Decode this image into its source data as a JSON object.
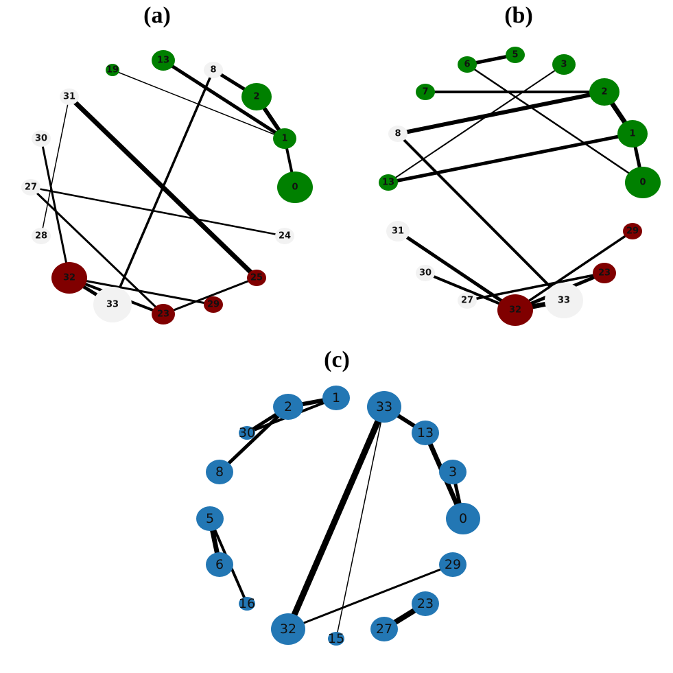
{
  "colors": {
    "green": "#008000",
    "red": "#800000",
    "white": "#f2f2f2",
    "blue": "#2377b4",
    "edge": "#000000"
  },
  "panels": [
    {
      "id": "a",
      "label": "(a)",
      "label_style": "small",
      "nodes": [
        {
          "id": "0",
          "color": "green",
          "size": "xl"
        },
        {
          "id": "1",
          "color": "green",
          "size": "md"
        },
        {
          "id": "2",
          "color": "green",
          "size": "lg"
        },
        {
          "id": "8",
          "color": "white",
          "size": "sm"
        },
        {
          "id": "13",
          "color": "green",
          "size": "md"
        },
        {
          "id": "19",
          "color": "green",
          "size": "xs"
        },
        {
          "id": "31",
          "color": "white",
          "size": "sm"
        },
        {
          "id": "30",
          "color": "white",
          "size": "sm"
        },
        {
          "id": "27",
          "color": "white",
          "size": "sm"
        },
        {
          "id": "28",
          "color": "white",
          "size": "sm"
        },
        {
          "id": "32",
          "color": "red",
          "size": "xl"
        },
        {
          "id": "33",
          "color": "white",
          "size": "xxl"
        },
        {
          "id": "23",
          "color": "red",
          "size": "md"
        },
        {
          "id": "29",
          "color": "red",
          "size": "sm"
        },
        {
          "id": "25",
          "color": "red",
          "size": "sm"
        },
        {
          "id": "24",
          "color": "white",
          "size": "sm"
        }
      ],
      "edges": [
        {
          "from": "13",
          "to": "1",
          "weight": 5
        },
        {
          "from": "8",
          "to": "2",
          "weight": 5
        },
        {
          "from": "2",
          "to": "1",
          "weight": 6
        },
        {
          "from": "1",
          "to": "0",
          "weight": 4
        },
        {
          "from": "19",
          "to": "1",
          "weight": 1.5
        },
        {
          "from": "31",
          "to": "25",
          "weight": 7
        },
        {
          "from": "31",
          "to": "28",
          "weight": 1.5
        },
        {
          "from": "30",
          "to": "32",
          "weight": 3
        },
        {
          "from": "27",
          "to": "24",
          "weight": 2.5
        },
        {
          "from": "27",
          "to": "23",
          "weight": 3
        },
        {
          "from": "8",
          "to": "33",
          "weight": 3.5
        },
        {
          "from": "32",
          "to": "33",
          "weight": 5
        },
        {
          "from": "32",
          "to": "23",
          "weight": 4
        },
        {
          "from": "32",
          "to": "29",
          "weight": 3
        },
        {
          "from": "23",
          "to": "25",
          "weight": 3
        }
      ]
    },
    {
      "id": "b",
      "label": "(b)",
      "label_style": "small",
      "nodes": [
        {
          "id": "6",
          "color": "green",
          "size": "sm"
        },
        {
          "id": "5",
          "color": "green",
          "size": "sm"
        },
        {
          "id": "3",
          "color": "green",
          "size": "md"
        },
        {
          "id": "7",
          "color": "green",
          "size": "sm"
        },
        {
          "id": "2",
          "color": "green",
          "size": "lg"
        },
        {
          "id": "8",
          "color": "white",
          "size": "sm"
        },
        {
          "id": "1",
          "color": "green",
          "size": "lg"
        },
        {
          "id": "13",
          "color": "green",
          "size": "sm"
        },
        {
          "id": "0",
          "color": "green",
          "size": "xl"
        },
        {
          "id": "31",
          "color": "white",
          "size": "md"
        },
        {
          "id": "29",
          "color": "red",
          "size": "sm"
        },
        {
          "id": "30",
          "color": "white",
          "size": "sm"
        },
        {
          "id": "23",
          "color": "red",
          "size": "md"
        },
        {
          "id": "27",
          "color": "white",
          "size": "sm"
        },
        {
          "id": "32",
          "color": "red",
          "size": "xl"
        },
        {
          "id": "33",
          "color": "white",
          "size": "xxl"
        }
      ],
      "edges": [
        {
          "from": "6",
          "to": "5",
          "weight": 5
        },
        {
          "from": "6",
          "to": "0",
          "weight": 2.5
        },
        {
          "from": "7",
          "to": "2",
          "weight": 4
        },
        {
          "from": "3",
          "to": "13",
          "weight": 2
        },
        {
          "from": "8",
          "to": "2",
          "weight": 6
        },
        {
          "from": "8",
          "to": "33",
          "weight": 4
        },
        {
          "from": "13",
          "to": "1",
          "weight": 5
        },
        {
          "from": "2",
          "to": "1",
          "weight": 7
        },
        {
          "from": "1",
          "to": "0",
          "weight": 5
        },
        {
          "from": "31",
          "to": "32",
          "weight": 5
        },
        {
          "from": "30",
          "to": "32",
          "weight": 4
        },
        {
          "from": "27",
          "to": "23",
          "weight": 3.5
        },
        {
          "from": "29",
          "to": "32",
          "weight": 3.5
        },
        {
          "from": "23",
          "to": "32",
          "weight": 5
        },
        {
          "from": "32",
          "to": "33",
          "weight": 7
        }
      ]
    },
    {
      "id": "c",
      "label": "(c)",
      "label_style": "large",
      "nodes": [
        {
          "id": "1",
          "color": "blue",
          "size": "L1"
        },
        {
          "id": "2",
          "color": "blue",
          "size": "L2"
        },
        {
          "id": "30",
          "color": "blue",
          "size": "L0"
        },
        {
          "id": "8",
          "color": "blue",
          "size": "L1"
        },
        {
          "id": "33",
          "color": "blue",
          "size": "L3"
        },
        {
          "id": "13",
          "color": "blue",
          "size": "L1"
        },
        {
          "id": "3",
          "color": "blue",
          "size": "L1"
        },
        {
          "id": "0",
          "color": "blue",
          "size": "L3"
        },
        {
          "id": "5",
          "color": "blue",
          "size": "L1"
        },
        {
          "id": "6",
          "color": "blue",
          "size": "L1"
        },
        {
          "id": "16",
          "color": "blue",
          "size": "L0"
        },
        {
          "id": "29",
          "color": "blue",
          "size": "L1"
        },
        {
          "id": "23",
          "color": "blue",
          "size": "L1"
        },
        {
          "id": "27",
          "color": "blue",
          "size": "L1"
        },
        {
          "id": "32",
          "color": "blue",
          "size": "L3"
        },
        {
          "id": "15",
          "color": "blue",
          "size": "L0"
        }
      ],
      "edges": [
        {
          "from": "2",
          "to": "1",
          "weight": 6
        },
        {
          "from": "30",
          "to": "2",
          "weight": 5
        },
        {
          "from": "30",
          "to": "1",
          "weight": 4
        },
        {
          "from": "8",
          "to": "2",
          "weight": 5
        },
        {
          "from": "33",
          "to": "13",
          "weight": 6
        },
        {
          "from": "13",
          "to": "0",
          "weight": 7
        },
        {
          "from": "3",
          "to": "0",
          "weight": 5
        },
        {
          "from": "5",
          "to": "6",
          "weight": 7
        },
        {
          "from": "5",
          "to": "16",
          "weight": 4
        },
        {
          "from": "33",
          "to": "32",
          "weight": 9
        },
        {
          "from": "33",
          "to": "15",
          "weight": 1.5
        },
        {
          "from": "32",
          "to": "29",
          "weight": 3
        },
        {
          "from": "27",
          "to": "23",
          "weight": 8
        }
      ]
    }
  ]
}
